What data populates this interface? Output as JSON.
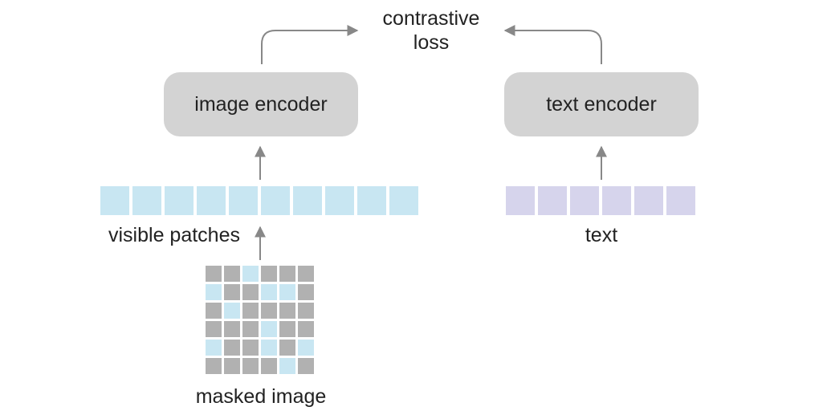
{
  "diagram": {
    "loss_label_line1": "contrastive",
    "loss_label_line2": "loss",
    "image_encoder_label": "image encoder",
    "text_encoder_label": "text encoder",
    "visible_patches_label": "visible patches",
    "text_label": "text",
    "masked_image_label": "masked image",
    "visible_patch_count": 10,
    "text_token_count": 6,
    "mask_grid": [
      [
        0,
        0,
        1,
        0,
        0,
        0
      ],
      [
        1,
        0,
        0,
        1,
        1,
        0
      ],
      [
        0,
        1,
        0,
        0,
        0,
        0
      ],
      [
        0,
        0,
        0,
        1,
        0,
        0
      ],
      [
        1,
        0,
        0,
        1,
        0,
        1
      ],
      [
        0,
        0,
        0,
        0,
        1,
        0
      ]
    ]
  },
  "colors": {
    "encoder_box": "#d3d3d3",
    "visible_patch": "#c8e6f2",
    "text_token": "#d6d4ec",
    "masked_patch": "#b1b1b1",
    "arrow": "#888888"
  }
}
